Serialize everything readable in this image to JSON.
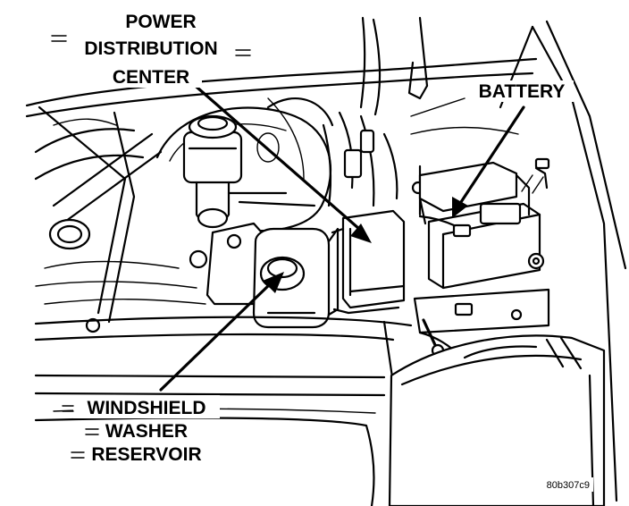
{
  "diagram": {
    "callouts": {
      "pdc": {
        "lines": [
          "POWER",
          "DISTRIBUTION",
          "CENTER"
        ]
      },
      "battery": {
        "lines": [
          "BATTERY"
        ]
      },
      "washer": {
        "lines": [
          "WINDSHIELD",
          "WASHER",
          "RESERVOIR"
        ]
      }
    },
    "figure_code": "80b307c9"
  }
}
